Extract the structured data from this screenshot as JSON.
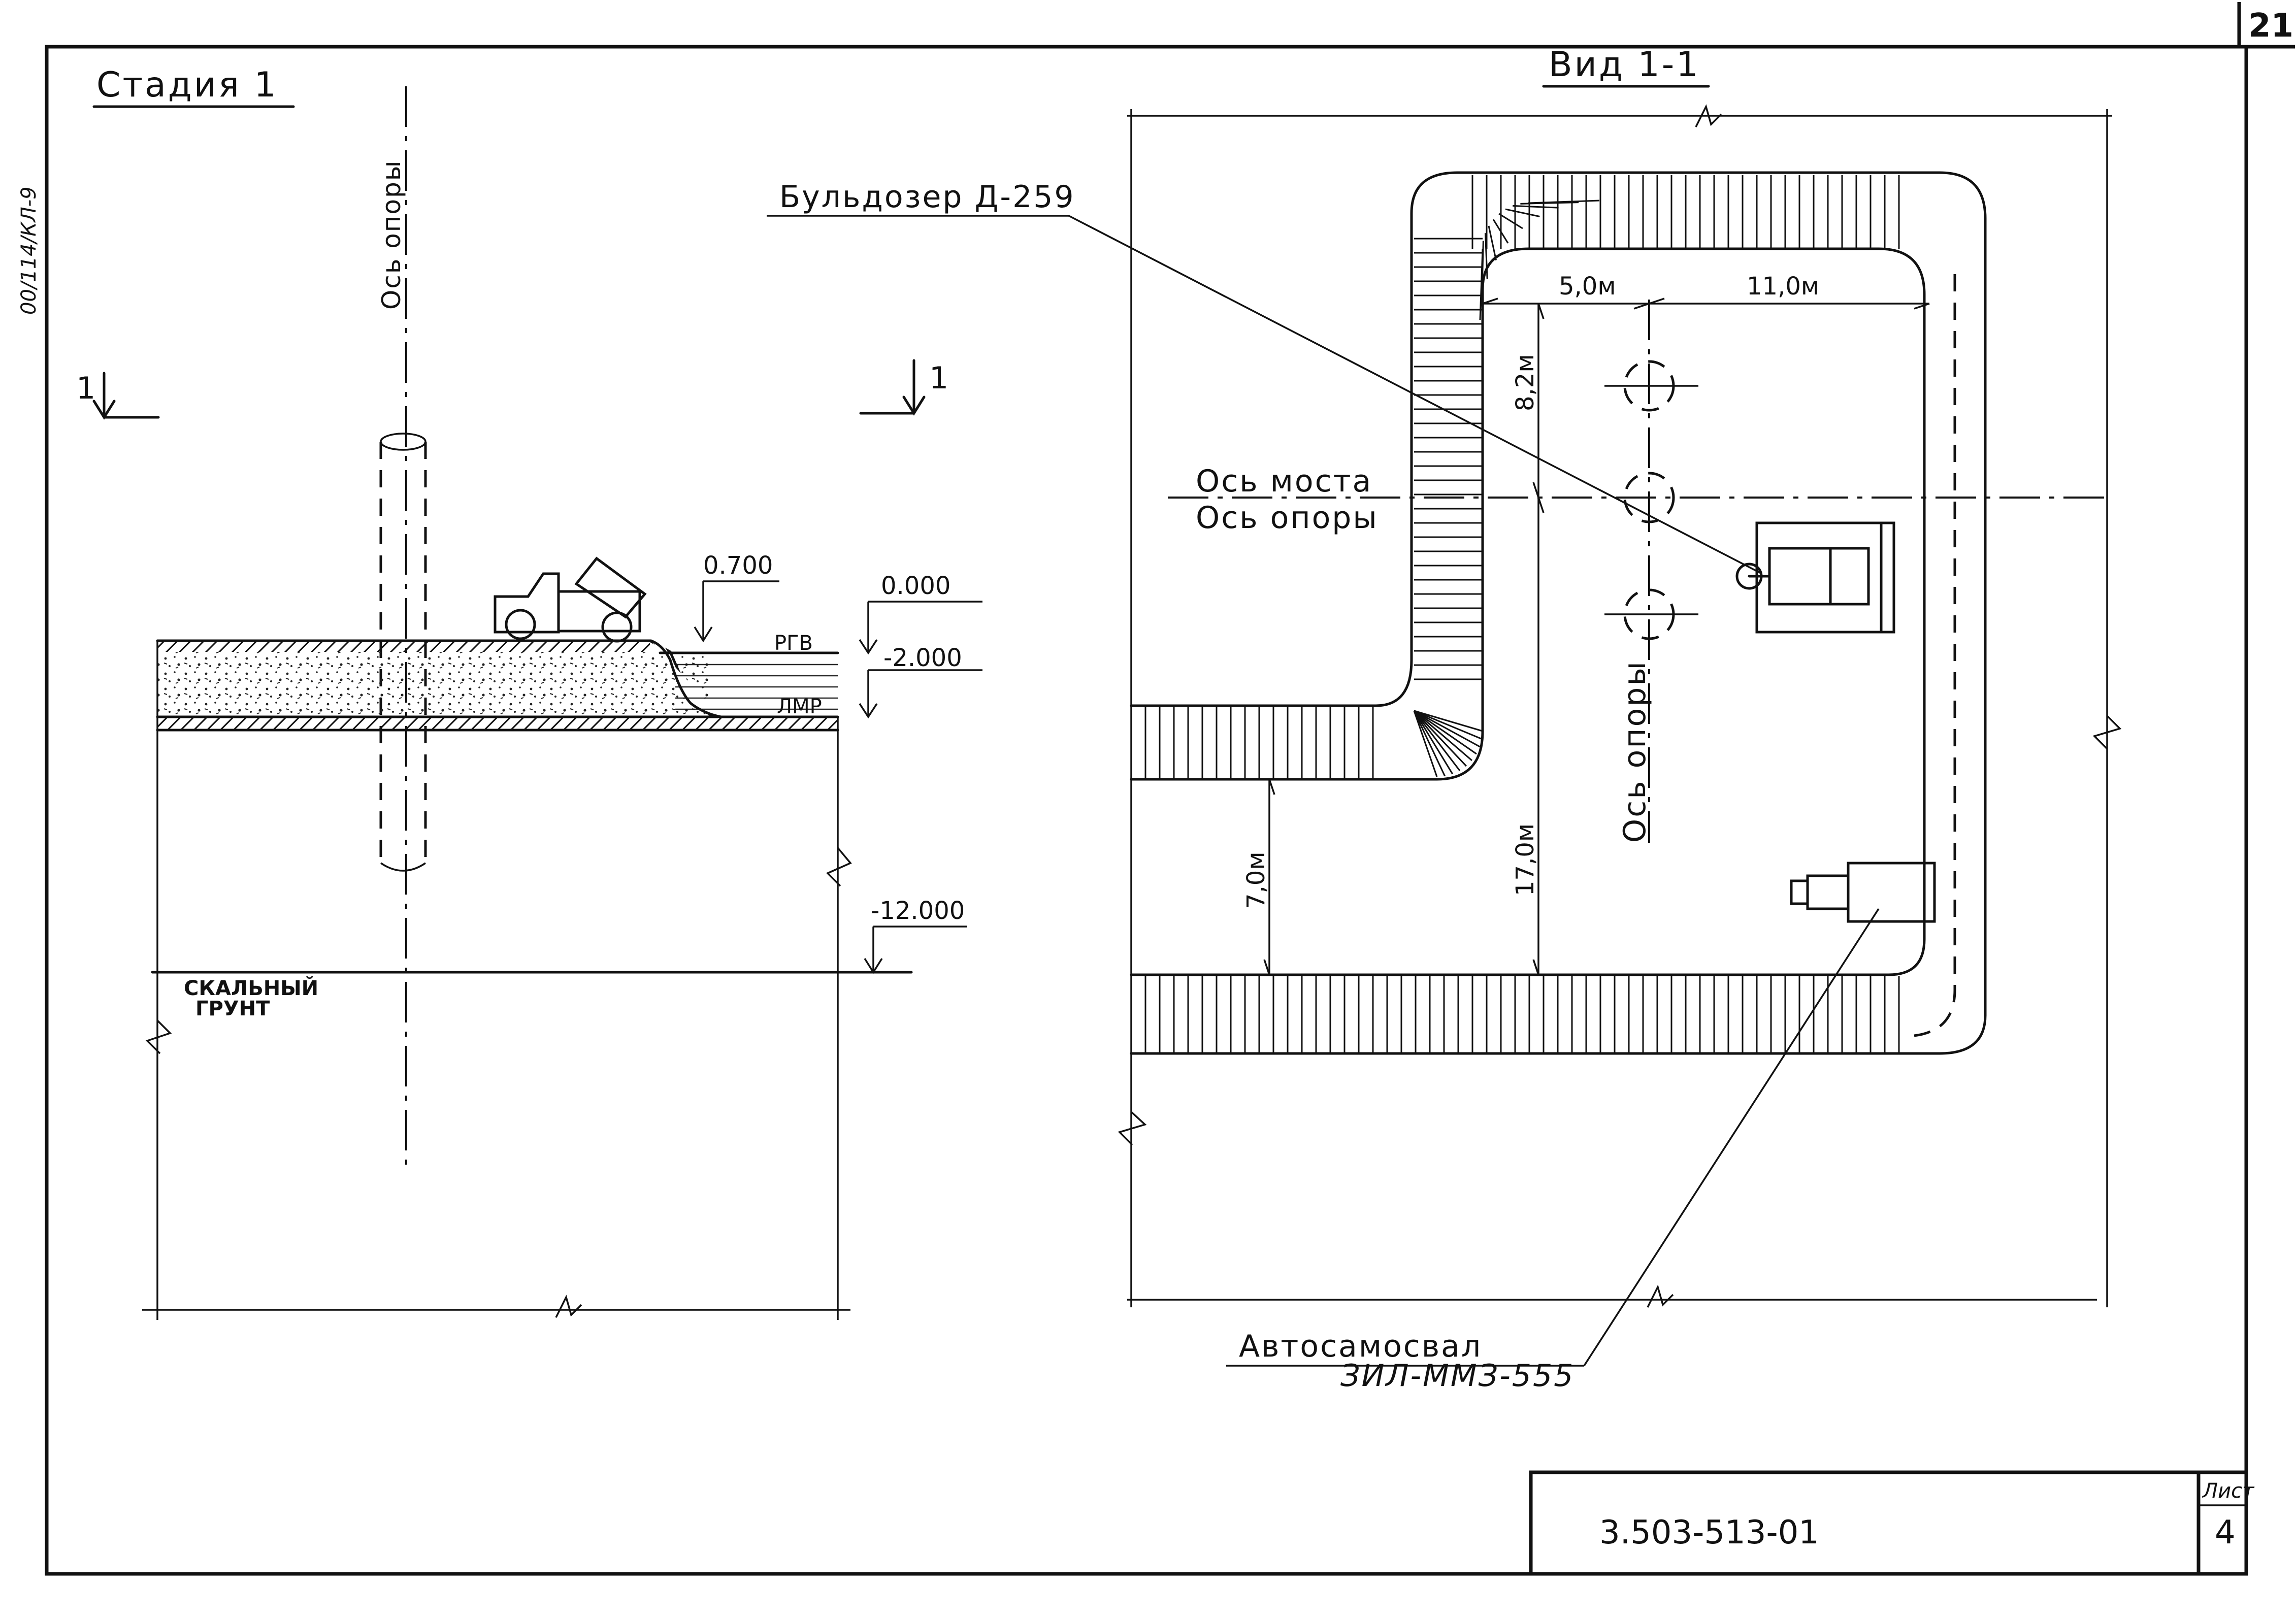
{
  "sheet": {
    "corner_number": "21",
    "side_note": "00/114/КЛ-9",
    "stamp_code": "3.503-513-01",
    "stamp_sheet_label": "Лист",
    "stamp_sheet_number": "4"
  },
  "stage": {
    "title": "Стадия 1",
    "section_mark_left": "1",
    "section_mark_right": "1",
    "pier_axis_label": "Ось опоры",
    "elev_top_left": "0.700",
    "elev_top_right": "0.000",
    "elev_water": "-2.000",
    "rgv_label": "РГВ",
    "lmr_label": "ЛМР",
    "elev_rock": "-12.000",
    "rock_label_1": "СКАЛЬНЫЙ",
    "rock_label_2": "ГРУНТ"
  },
  "view": {
    "title": "Вид 1-1",
    "bulldozer_label": "Бульдозер Д-259",
    "bridge_axis_label": "Ось моста",
    "pier_axis_label_h": "Ось опоры",
    "pier_axis_label_v": "Ось опоры",
    "dim_5": "5,0м",
    "dim_11": "11,0м",
    "dim_8_2": "8,2м",
    "dim_7": "7,0м",
    "dim_17": "17,0м",
    "truck_label_1": "Автосамосвал",
    "truck_label_2": "ЗИЛ-ММЗ-555"
  }
}
